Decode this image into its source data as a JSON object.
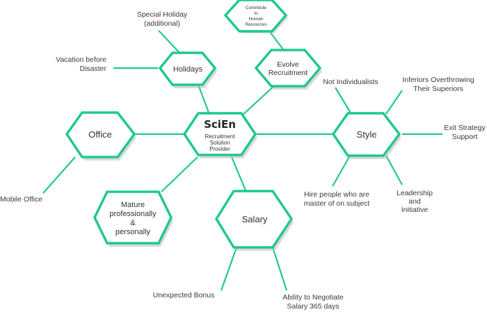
{
  "center": {
    "title": "SciEn",
    "subtitle_lines": [
      "Recruitment",
      "Solution",
      "Provider"
    ]
  },
  "hubs": {
    "holidays": "Holidays",
    "evolve_recruitment": [
      "Evolve",
      "Recruitment"
    ],
    "contribute_hr": [
      "Contribute",
      "to",
      "Human",
      "Resources"
    ],
    "office": "Office",
    "style": "Style",
    "salary": "Salary",
    "mature": [
      "Mature",
      "professionally",
      "&",
      "personally"
    ]
  },
  "leaves": {
    "special_holiday": [
      "Special Holiday",
      "(additional)"
    ],
    "vacation_before_disaster": [
      "Vacation before",
      "Disaster"
    ],
    "not_individualists": "Not Individualists",
    "inferiors_overthrowing": [
      "Inferiors Overthrowing",
      "Their Superiors"
    ],
    "exit_strategy_support": [
      "Exit Strategy",
      "Support"
    ],
    "leadership_initiative": [
      "Leadership",
      "and",
      "Initiative"
    ],
    "hire_people": [
      "Hire people who are",
      "master of on subject"
    ],
    "mobile_office": "Mobile Office",
    "unexpected_bonus": "Unexpected Bonus",
    "ability_negotiate": [
      "Ability to Negotiate",
      "Salary 365 days"
    ]
  }
}
